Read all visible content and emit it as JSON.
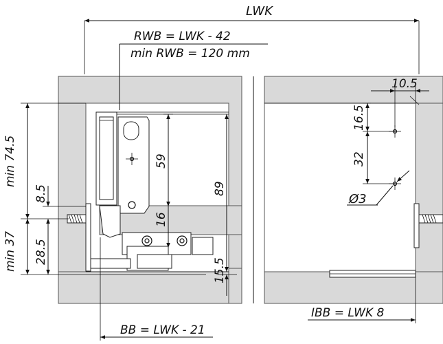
{
  "labels": {
    "lwk": "LWK",
    "rwb_formula": "RWB = LWK - 42",
    "rwb_min": "min RWB = 120 mm",
    "min_74_5": "min 74.5",
    "min_37": "min 37",
    "d_8_5": "8.5",
    "d_28_5": "28.5",
    "d_59": "59",
    "d_89": "89",
    "d_16": "16",
    "d_15_5": "15.5",
    "d_10_5": "10.5",
    "d_16_5": "16.5",
    "d_32": "32",
    "diameter_3": "Ø3",
    "ibb_formula": "IBB = LWK 8",
    "bb_formula": "BB = LWK - 21"
  }
}
